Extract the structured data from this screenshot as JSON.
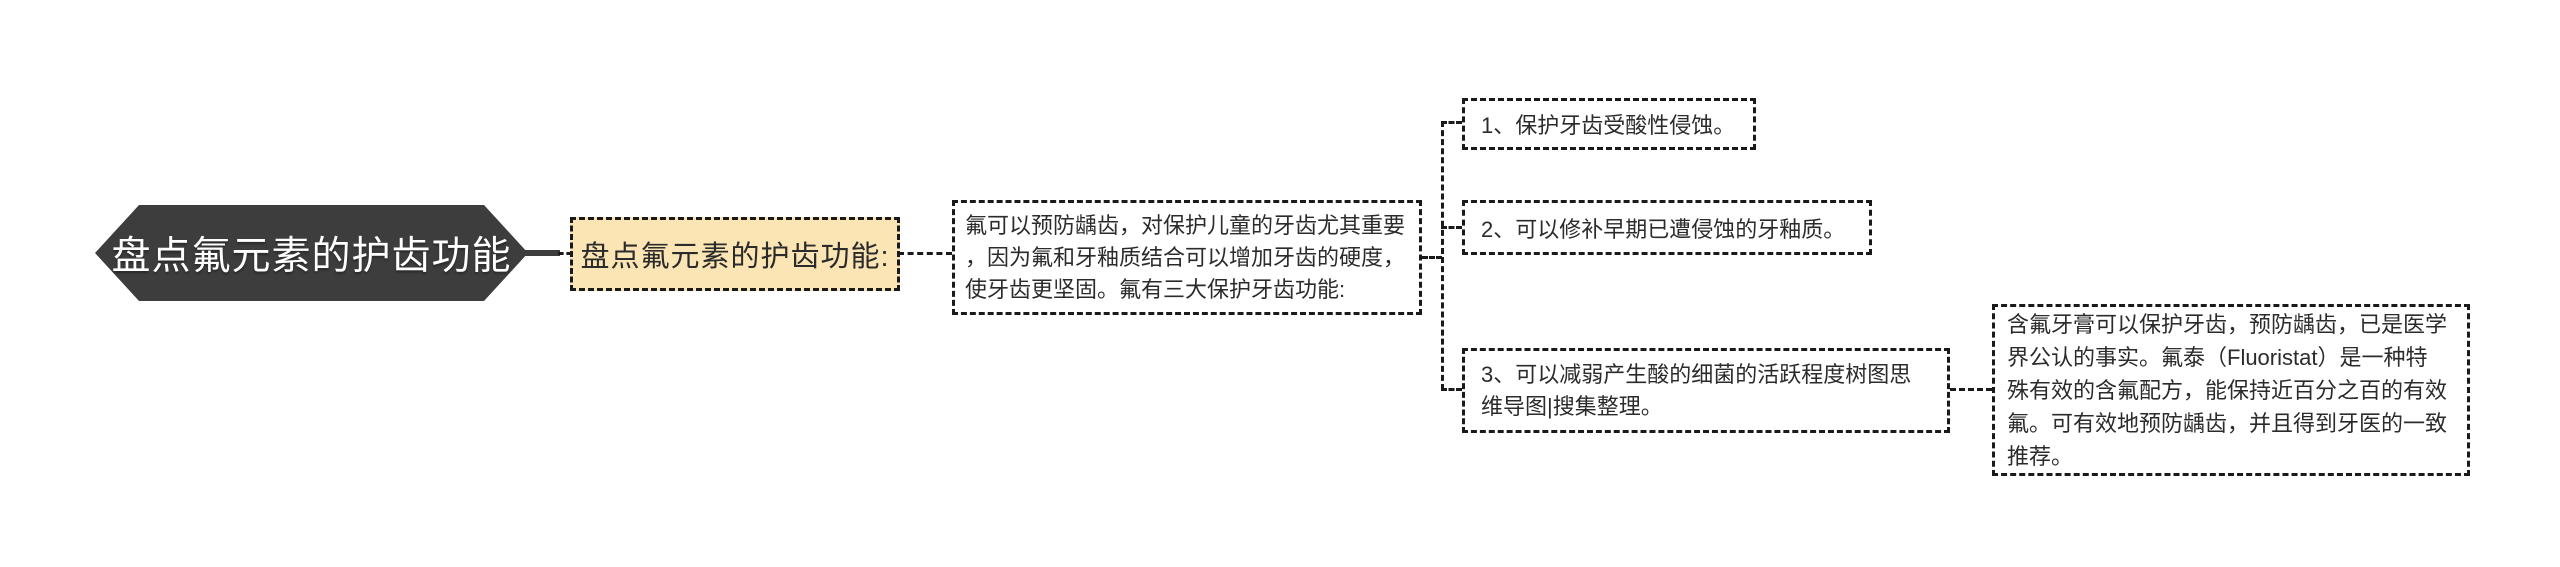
{
  "diagram": {
    "type": "mindmap-tree",
    "root": {
      "label": "盘点氟元素的护齿功能"
    },
    "topic": {
      "label": "盘点氟元素的护齿功能:"
    },
    "description": {
      "text": "氟可以预防龋齿，对保护儿童的牙齿尤其重要\n，因为氟和牙釉质结合可以增加牙齿的硬度，\n使牙齿更坚固。氟有三大保护牙齿功能:"
    },
    "points": [
      {
        "label": "1、保护牙齿受酸性侵蚀。"
      },
      {
        "label": "2、可以修补早期已遭侵蚀的牙釉质。"
      },
      {
        "label": "3、可以减弱产生酸的细菌的活跃程度树图思\n维导图|搜集整理。"
      }
    ],
    "note": {
      "text": "含氟牙膏可以保护牙齿，预防龋齿，已是医学\n界公认的事实。氟泰（Fluoristat）是一种特\n殊有效的含氟配方，能保持近百分之百的有效\n氟。可有效地预防龋齿，并且得到牙医的一致\n推荐。"
    },
    "colors": {
      "root_bg": "#3d3d3d",
      "root_text": "#ffffff",
      "topic_bg": "#fbe5b4",
      "border": "#1a1a1a",
      "text": "#2b2b2b",
      "canvas_bg": "#ffffff"
    }
  }
}
